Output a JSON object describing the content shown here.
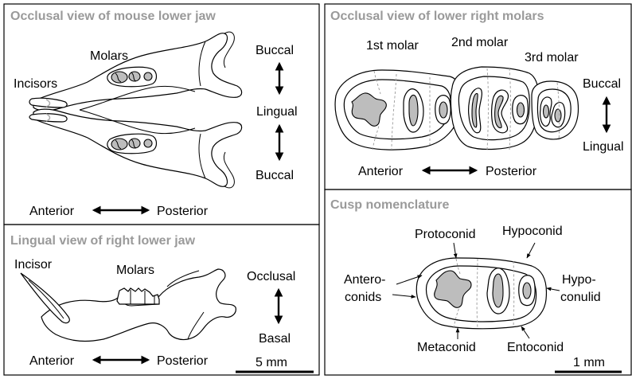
{
  "panels": {
    "occlusal_jaw": {
      "title": "Occlusal view of mouse lower jaw",
      "molars": "Molars",
      "incisors": "Incisors",
      "buccal_top": "Buccal",
      "lingual": "Lingual",
      "buccal_bottom": "Buccal",
      "anterior": "Anterior",
      "posterior": "Posterior"
    },
    "lingual_jaw": {
      "title": "Lingual view of right lower jaw",
      "incisor": "Incisor",
      "molars": "Molars",
      "occlusal": "Occlusal",
      "basal": "Basal",
      "anterior": "Anterior",
      "posterior": "Posterior",
      "scale": "5 mm"
    },
    "molars_view": {
      "title": "Occlusal view of lower right molars",
      "m1": "1st molar",
      "m2": "2nd molar",
      "m3": "3rd molar",
      "buccal": "Buccal",
      "lingual": "Lingual",
      "anterior": "Anterior",
      "posterior": "Posterior"
    },
    "cusps": {
      "title": "Cusp nomenclature",
      "protoconid": "Protoconid",
      "hypoconid": "Hypoconid",
      "anteroconids_1": "Antero-",
      "anteroconids_2": "conids",
      "hypoconulid_1": "Hypo-",
      "hypoconulid_2": "conulid",
      "metaconid": "Metaconid",
      "entoconid": "Entoconid",
      "scale": "1 mm"
    }
  }
}
